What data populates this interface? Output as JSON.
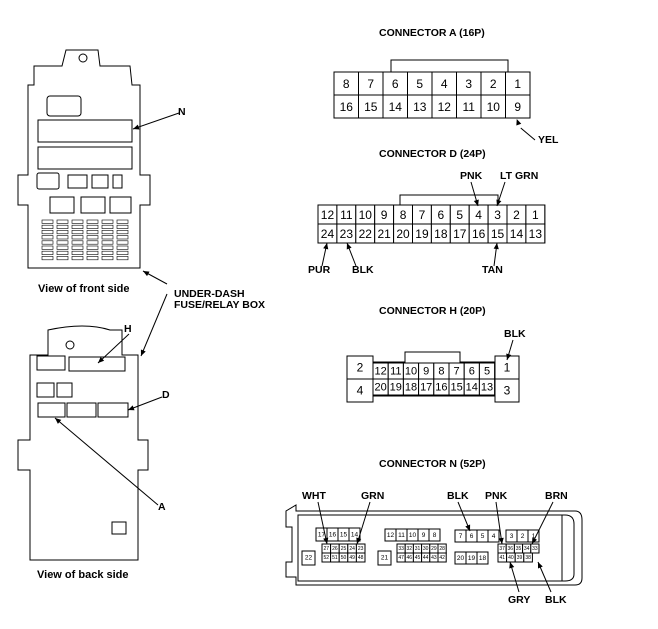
{
  "captions": {
    "front": "View of front side",
    "back": "View of back side",
    "box": [
      "UNDER-DASH",
      "FUSE/RELAY BOX"
    ]
  },
  "box_labels": {
    "n": "N",
    "h": "H",
    "d": "D",
    "a": "A"
  },
  "connector_a": {
    "title": "CONNECTOR A (16P)",
    "top": [
      "8",
      "7",
      "6",
      "5",
      "4",
      "3",
      "2",
      "1"
    ],
    "bottom": [
      "16",
      "15",
      "14",
      "13",
      "12",
      "11",
      "10",
      "9"
    ],
    "wires": [
      {
        "label": "YEL"
      }
    ]
  },
  "connector_d": {
    "title": "CONNECTOR D (24P)",
    "top": [
      "12",
      "11",
      "10",
      "9",
      "8",
      "7",
      "6",
      "5",
      "4",
      "3",
      "2",
      "1"
    ],
    "bottom": [
      "24",
      "23",
      "22",
      "21",
      "20",
      "19",
      "18",
      "17",
      "16",
      "15",
      "14",
      "13"
    ],
    "wires": [
      {
        "label": "PNK"
      },
      {
        "label": "LT GRN"
      },
      {
        "label": "PUR"
      },
      {
        "label": "BLK"
      },
      {
        "label": "TAN"
      }
    ]
  },
  "connector_h": {
    "title": "CONNECTOR H (20P)",
    "top": [
      "12",
      "11",
      "10",
      "9",
      "8",
      "7",
      "6",
      "5"
    ],
    "bottom": [
      "20",
      "19",
      "18",
      "17",
      "16",
      "15",
      "14",
      "13"
    ],
    "left": [
      "2",
      "4"
    ],
    "right": [
      "1",
      "3"
    ],
    "wires": [
      {
        "label": "BLK"
      }
    ]
  },
  "connector_n": {
    "title": "CONNECTOR N (52P)",
    "g1_top": [
      "17",
      "16",
      "15",
      "14"
    ],
    "g1_mid": [
      "27",
      "26",
      "25",
      "24",
      "23"
    ],
    "g1_bot": [
      "52",
      "51",
      "50",
      "49",
      "48"
    ],
    "g1_side": "22",
    "g2_top": [
      "12",
      "11",
      "10",
      "9",
      "8"
    ],
    "g2_mid": [
      "33",
      "32",
      "31",
      "30",
      "29",
      "28"
    ],
    "g2_bot": [
      "47",
      "46",
      "45",
      "44",
      "43",
      "42"
    ],
    "g2_side": "21",
    "g3_top": [
      "7",
      "6",
      "5",
      "4"
    ],
    "g3_bot": [
      "20",
      "19",
      "18"
    ],
    "g4_top": [
      "3",
      "2",
      "1"
    ],
    "g4_mid": [
      "37",
      "36",
      "35",
      "34",
      "33"
    ],
    "g4_bot": [
      "41",
      "40",
      "39",
      "38"
    ],
    "wires": [
      {
        "label": "WHT"
      },
      {
        "label": "GRN"
      },
      {
        "label": "BLK"
      },
      {
        "label": "PNK"
      },
      {
        "label": "BRN"
      },
      {
        "label": "GRY"
      },
      {
        "label": "BLK"
      }
    ]
  }
}
